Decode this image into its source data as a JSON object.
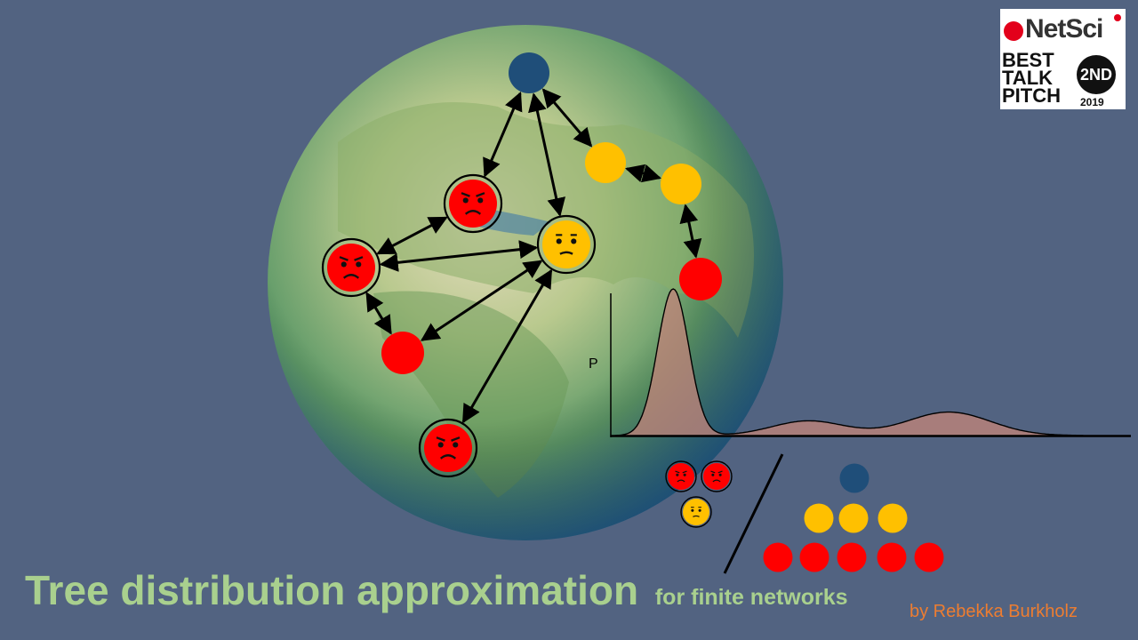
{
  "title": "Tree distribution approximation",
  "subtitle": "for finite networks",
  "author": "by Rebekka Burkholz",
  "plot_label": "P",
  "logo": {
    "brand": "NetSci",
    "award": [
      "BEST",
      "TALK",
      "PITCH"
    ],
    "rank": "2ND",
    "year": "2019"
  },
  "colors": {
    "background": "#526381",
    "healthy": "#1f4e79",
    "warning": "#ffc000",
    "failed": "#ff0000",
    "title": "#a9d08e",
    "author": "#ed7d31",
    "distribution_fill": "#c0847a"
  },
  "nodes": [
    {
      "id": "A",
      "state": "healthy",
      "face": "none"
    },
    {
      "id": "B",
      "state": "failed",
      "face": "angry"
    },
    {
      "id": "C",
      "state": "failed",
      "face": "angry"
    },
    {
      "id": "D",
      "state": "warning",
      "face": "worried"
    },
    {
      "id": "E",
      "state": "failed",
      "face": "none"
    },
    {
      "id": "F",
      "state": "failed",
      "face": "angry"
    },
    {
      "id": "G",
      "state": "warning",
      "face": "none"
    },
    {
      "id": "H",
      "state": "warning",
      "face": "none"
    },
    {
      "id": "I",
      "state": "failed",
      "face": "none"
    }
  ],
  "edges": [
    [
      "A",
      "B"
    ],
    [
      "A",
      "D"
    ],
    [
      "A",
      "G"
    ],
    [
      "G",
      "H"
    ],
    [
      "H",
      "I"
    ],
    [
      "B",
      "C"
    ],
    [
      "C",
      "D"
    ],
    [
      "C",
      "E"
    ],
    [
      "D",
      "E"
    ],
    [
      "D",
      "F"
    ]
  ],
  "distribution": {
    "peaks": [
      {
        "center": 0.12,
        "height": 1.0,
        "width": 0.03
      },
      {
        "center": 0.38,
        "height": 0.1,
        "width": 0.07
      },
      {
        "center": 0.65,
        "height": 0.16,
        "width": 0.08
      }
    ]
  },
  "legend_left": [
    "failed-angry",
    "failed-angry",
    "warning-worried"
  ],
  "legend_right_rows": [
    [
      "healthy"
    ],
    [
      "warning",
      "warning",
      "warning"
    ],
    [
      "failed",
      "failed",
      "failed",
      "failed",
      "failed"
    ]
  ]
}
